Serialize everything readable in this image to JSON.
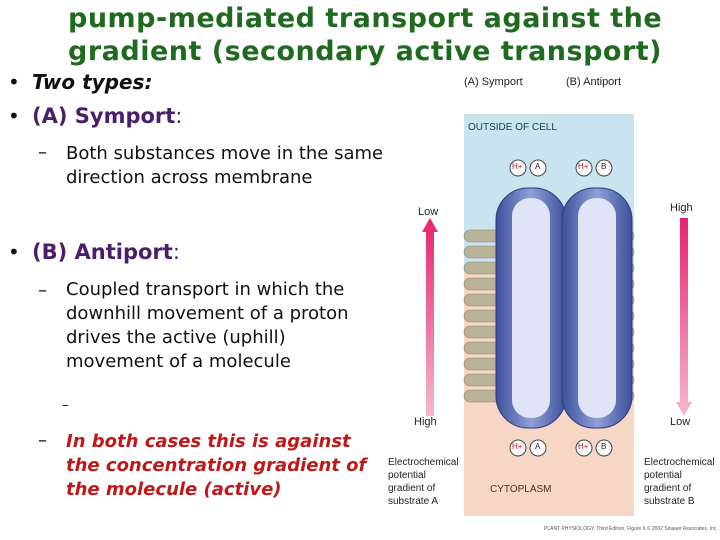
{
  "title": "pump-mediated transport against the gradient (secondary active transport)",
  "bullets": {
    "two_types": "Two types:",
    "symport": {
      "label": "(A) Symport",
      "colon": ":",
      "desc": "Both substances move in the same direction across membrane"
    },
    "antiport": {
      "label": "(B) Antiport",
      "colon": ":",
      "desc": "Coupled transport in which the downhill movement of a proton drives the active (uphill) movement of a molecule"
    },
    "empty_dash": "–",
    "note": "In both cases this is against the concentration gradient of the molecule (active)"
  },
  "figure": {
    "label_a": "(A) Symport",
    "label_b": "(B) Antiport",
    "outside": "OUTSIDE OF CELL",
    "cytoplasm": "CYTOPLASM",
    "left_top": "Low",
    "left_bottom": "High",
    "right_top": "High",
    "right_bottom": "Low",
    "left_caption": "Electrochemical potential gradient of substrate A",
    "right_caption": "Electrochemical potential gradient of substrate B",
    "h_ion": "H+",
    "sub_a": "A",
    "sub_b": "B",
    "credit": "PLANT PHYSIOLOGY, Third Edition, Figure 6.© 2002 Sinauer Associates, Inc.",
    "colors": {
      "outside_bg": "#c9e3ef",
      "inside_bg": "#f6d7c6",
      "arrow_pink": "#e8226f",
      "carrier": "#5b6fb5"
    }
  }
}
